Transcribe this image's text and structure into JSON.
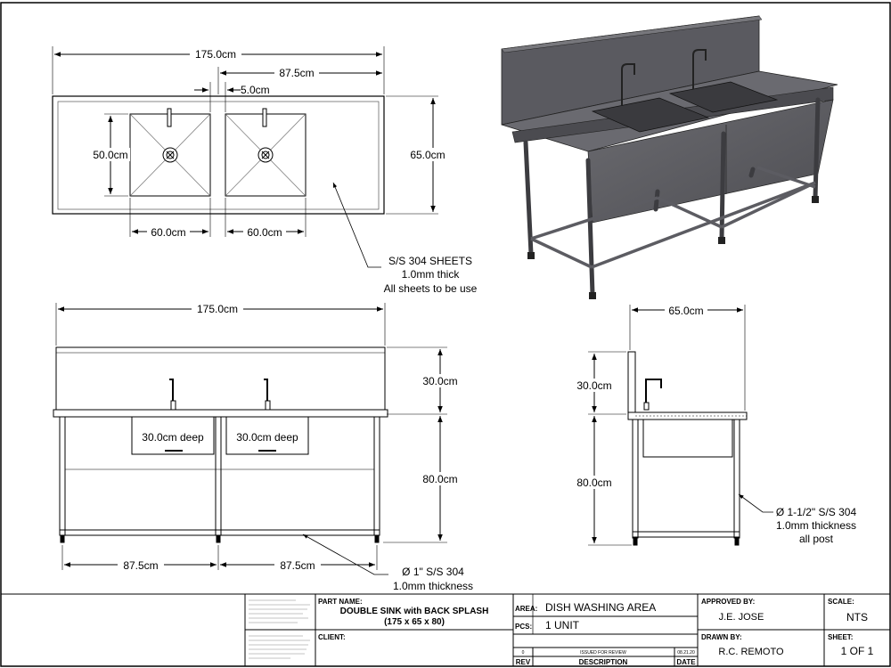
{
  "plan_view": {
    "overall_width": "175.0cm",
    "half_width": "87.5cm",
    "gap": "5.0cm",
    "depth": "65.0cm",
    "bowl_depth": "50.0cm",
    "bowl_left_width": "60.0cm",
    "bowl_right_width": "60.0cm",
    "material_note": [
      "S/S 304  SHEETS",
      "1.0mm thick",
      "All sheets to be use"
    ]
  },
  "front_view": {
    "overall_width": "175.0cm",
    "splash_height": "30.0cm",
    "leg_height": "80.0cm",
    "bowl_left_label": "30.0cm deep",
    "bowl_right_label": "30.0cm deep",
    "bay_left": "87.5cm",
    "bay_right": "87.5cm",
    "pipe_note": [
      "Ø 1\" S/S 304",
      "1.0mm thickness"
    ]
  },
  "side_view": {
    "depth": "65.0cm",
    "splash_height": "30.0cm",
    "leg_height": "80.0cm",
    "post_note": [
      "Ø 1-1/2\" S/S 304",
      "1.0mm thickness",
      "all post"
    ]
  },
  "title_block": {
    "part_name_label": "PART NAME:",
    "part_name": "DOUBLE SINK with BACK SPLASH",
    "part_size": "(175 x 65 x 80)",
    "client_label": "CLIENT:",
    "area_label": "AREA:",
    "area_value": "DISH WASHING AREA",
    "pcs_label": "PCS:",
    "pcs_value": "1 UNIT",
    "approved_label": "APPROVED BY:",
    "approved_value": "J.E.  JOSE",
    "drawn_label": "DRAWN BY:",
    "drawn_value": "R.C. REMOTO",
    "scale_label": "SCALE:",
    "scale_value": "NTS",
    "sheet_label": "SHEET:",
    "sheet_value": "1 OF 1",
    "rev_label": "REV",
    "desc_label": "DESCRIPTION",
    "date_label": "DATE",
    "rev_row": {
      "rev": "0",
      "description": "ISSUED FOR REVIEW",
      "date": "08.21.20"
    }
  }
}
